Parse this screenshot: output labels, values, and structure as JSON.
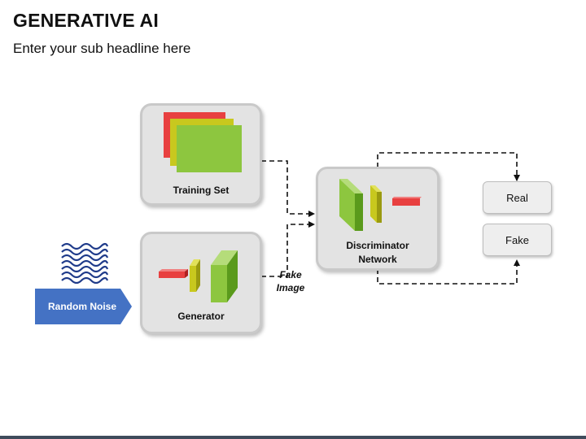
{
  "header": {
    "title": "GENERATIVE AI",
    "subtitle": "Enter your sub headline here"
  },
  "diagram": {
    "training_set": {
      "label": "Training Set"
    },
    "generator": {
      "label": "Generator"
    },
    "discriminator": {
      "label_line1": "Discriminator",
      "label_line2": "Network"
    },
    "random_noise": {
      "label": "Random Noise"
    },
    "fake_image": {
      "label_line1": "Fake",
      "label_line2": "Image"
    },
    "outputs": {
      "real": "Real",
      "fake": "Fake"
    }
  },
  "colors": {
    "card_bg": "#e3e3e3",
    "card_border": "#c9c9c9",
    "noise_blue": "#4472c4",
    "noise_waves": "#1f3b8a",
    "green": "#8dc63f",
    "green_dark": "#5a9a1c",
    "yellow": "#c8c81e",
    "yellow_dark": "#9a9a10",
    "red": "#e84040",
    "arrow": "#111111"
  }
}
